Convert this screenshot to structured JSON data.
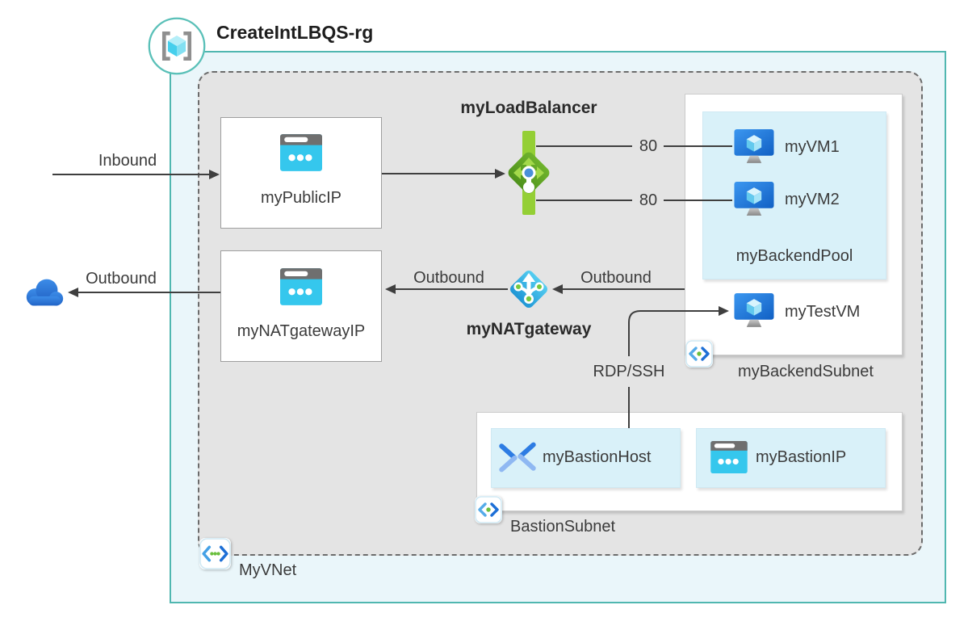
{
  "header": {
    "resource_group": "CreateIntLBQS-rg"
  },
  "vnet": {
    "label": "MyVNet"
  },
  "subnets": {
    "backend": {
      "label": "myBackendSubnet"
    },
    "bastion": {
      "label": "BastionSubnet"
    }
  },
  "nodes": {
    "public_ip": "myPublicIP",
    "load_balancer": "myLoadBalancer",
    "nat_gateway": "myNATgateway",
    "nat_gateway_ip": "myNATgatewayIP",
    "backend_pool": "myBackendPool",
    "vm1": "myVM1",
    "vm2": "myVM2",
    "test_vm": "myTestVM",
    "bastion_host": "myBastionHost",
    "bastion_ip": "myBastionIP"
  },
  "edge_labels": {
    "inbound": "Inbound",
    "outbound_cloud": "Outbound",
    "outbound_nat_left": "Outbound",
    "outbound_nat_right": "Outbound",
    "port_vm1": "80",
    "port_vm2": "80",
    "rdp_ssh": "RDP/SSH"
  },
  "colors": {
    "resource_group_border": "#50b7b0",
    "resource_group_fill": "#eaf6fa",
    "vnet_fill": "#e4e4e4",
    "vnet_border": "#6c6c6c",
    "pool_fill": "#d9f1f9",
    "connector": "#3f3f3f",
    "load_balancer_green": "#8cc63f",
    "nat_gateway_blue": "#29aee2",
    "ip_icon_cyan": "#35c7ed",
    "vm_blue": "#1e74d8",
    "subnet_dot_green": "#6abf3e",
    "cloud_blue": "#2e7ad3"
  }
}
